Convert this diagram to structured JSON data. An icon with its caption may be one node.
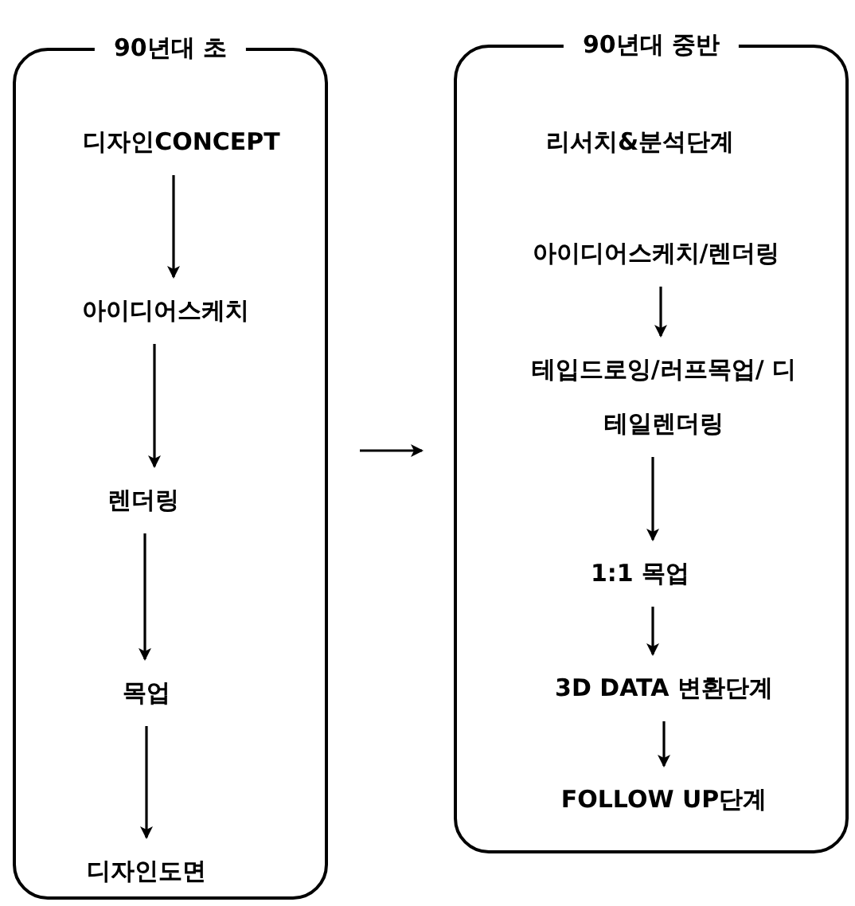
{
  "diagram": {
    "nodes": [
      {
        "text": [
          "90년대 초"
        ]
      },
      {
        "text": [
          "디자인CONCEPT"
        ],
        "in": 0
      },
      {
        "text": [
          "아이디어스케치"
        ],
        "in": 0
      },
      {
        "text": [
          "렌더링"
        ],
        "in": 0
      },
      {
        "text": [
          "목업"
        ],
        "in": 0
      },
      {
        "text": [
          "디자인도면"
        ],
        "in": 0
      },
      {
        "text": [
          "90년대 중반"
        ]
      },
      {
        "text": [
          "리서치&분석단계"
        ],
        "in": 6
      },
      {
        "text": [
          "아이디어스케치/렌더링"
        ],
        "in": 6
      },
      {
        "text": [
          "테입드로잉/러프목업/ 디테일렌더링"
        ],
        "in": 6
      },
      {
        "text": [
          "1:1 목업"
        ],
        "in": 6
      },
      {
        "text": [
          "3D DATA 변환단계"
        ],
        "in": 6
      },
      {
        "text": [
          "FOLLOW UP단계"
        ],
        "in": 6
      }
    ],
    "edges": [
      {
        "from": 1,
        "to": 2,
        "arrow": "to"
      },
      {
        "from": 2,
        "to": 3,
        "arrow": "to"
      },
      {
        "from": 3,
        "to": 4,
        "arrow": "to"
      },
      {
        "from": 4,
        "to": 5,
        "arrow": "to"
      },
      {
        "from": 0,
        "to": 6,
        "arrow": "to"
      },
      {
        "from": 8,
        "to": 9,
        "arrow": "to"
      },
      {
        "from": 9,
        "to": 10,
        "arrow": "to"
      },
      {
        "from": 10,
        "to": 11,
        "arrow": "to"
      },
      {
        "from": 11,
        "to": 12,
        "arrow": "to"
      }
    ]
  }
}
